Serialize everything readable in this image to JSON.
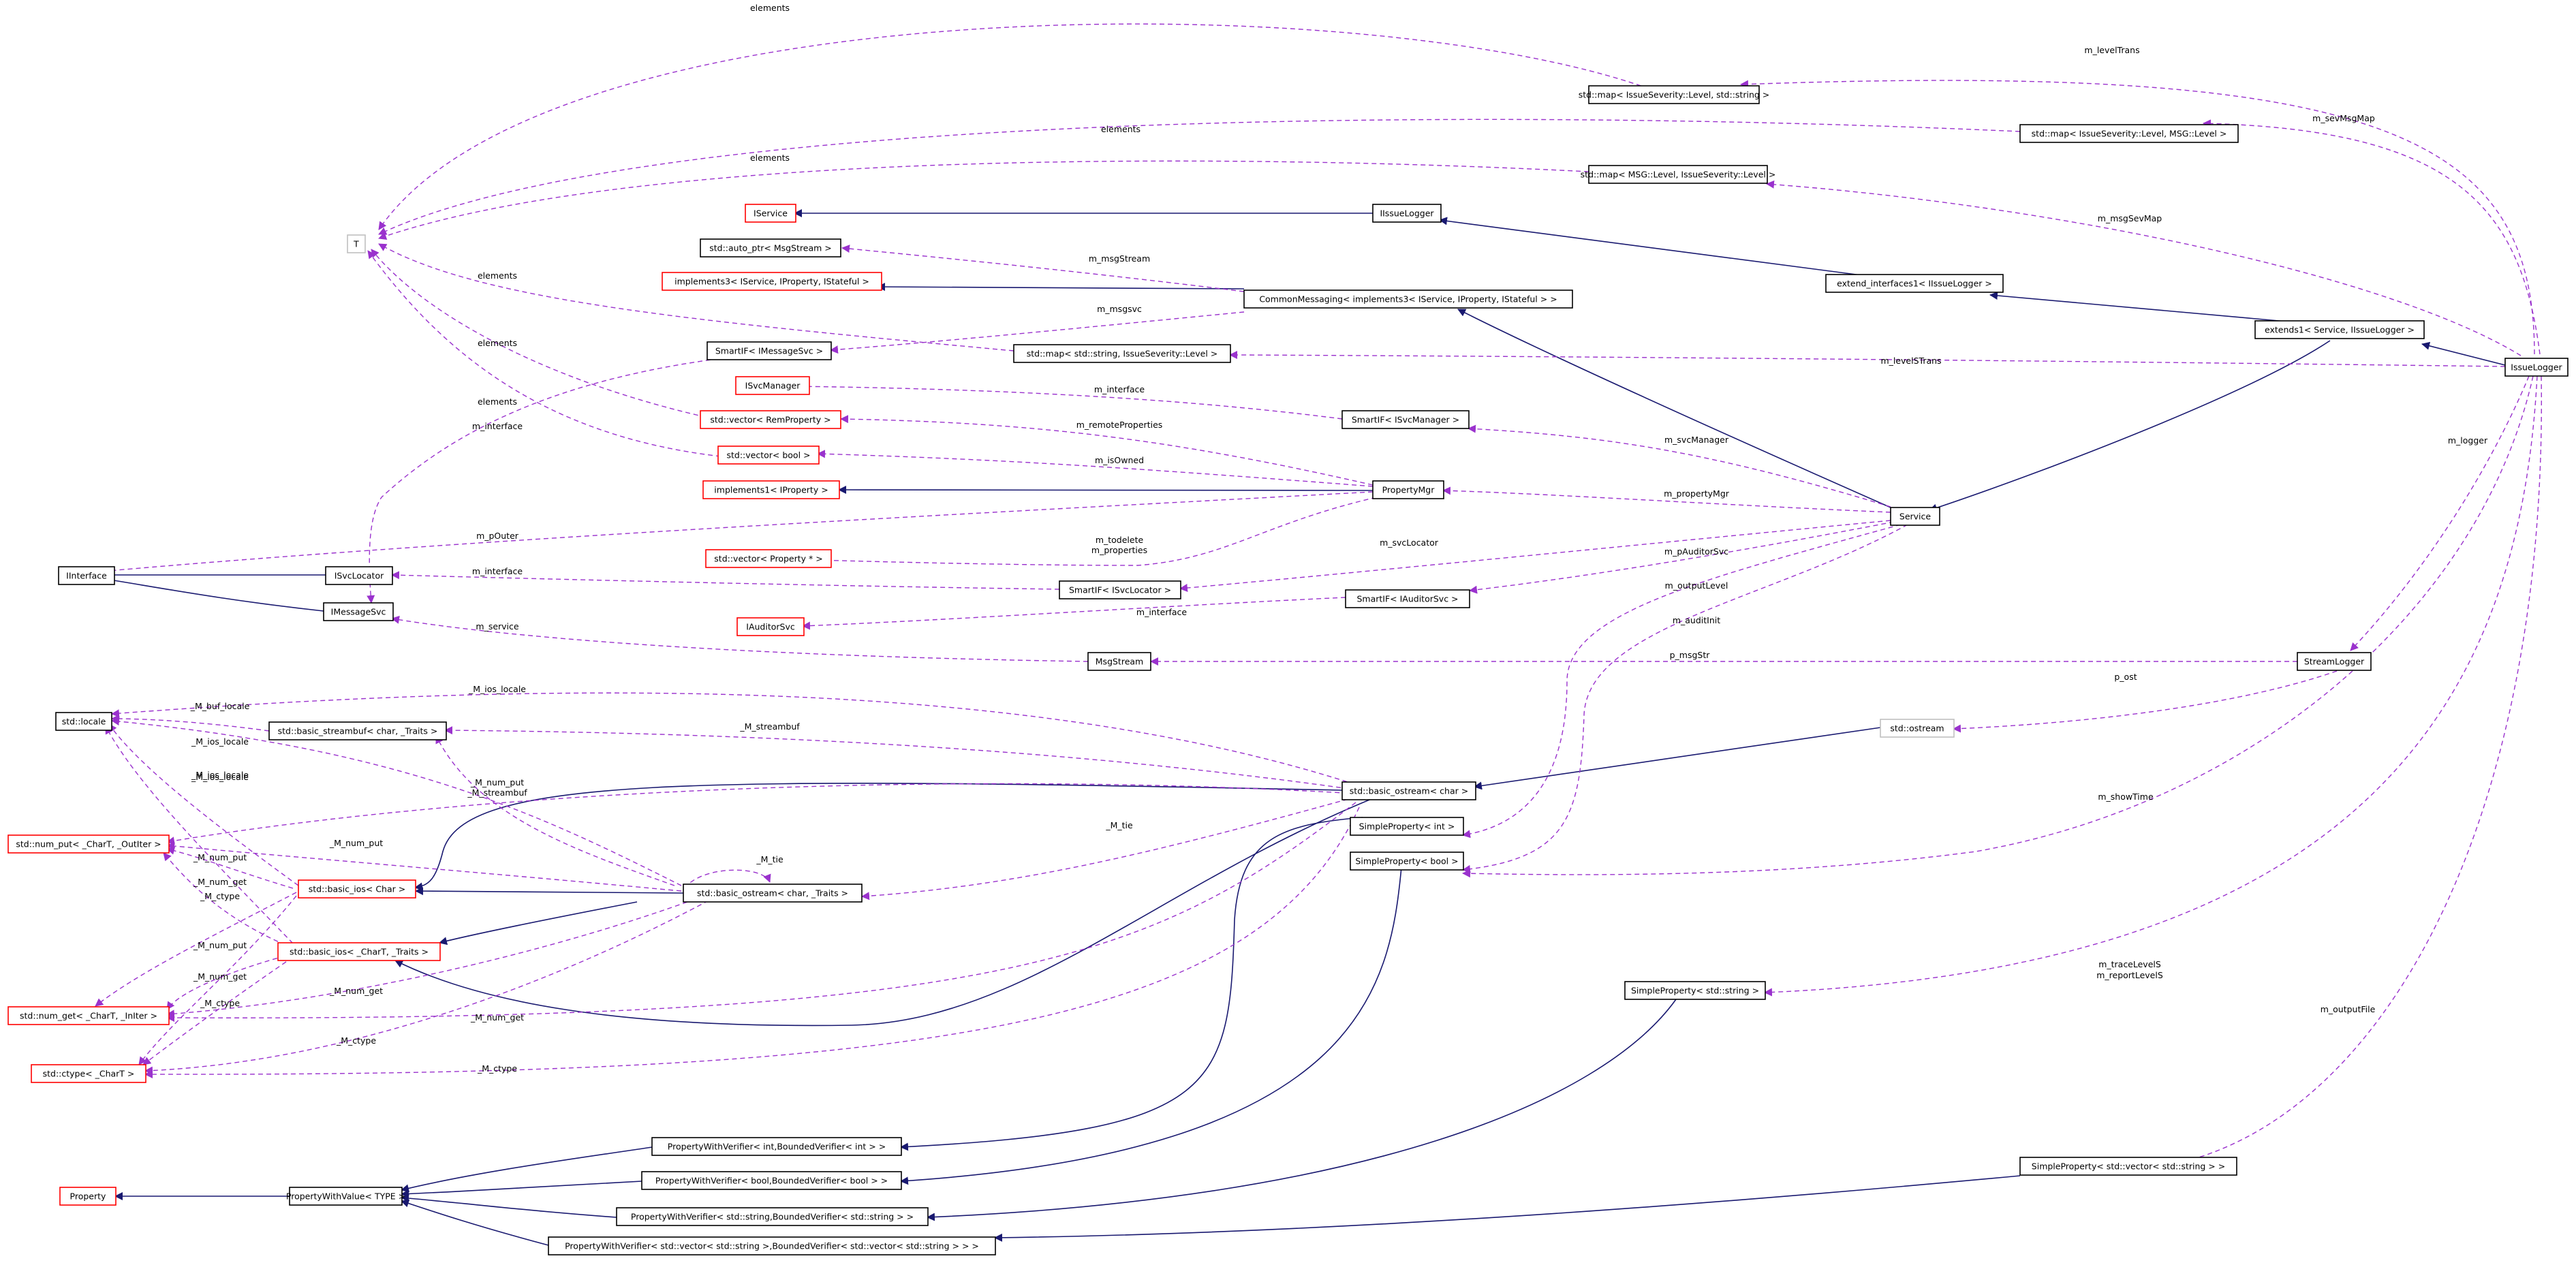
{
  "diagram": {
    "colors": {
      "inherit_edge": "#191970",
      "usage_edge": "#9a32cd",
      "documented_border": "#000000",
      "undocumented_border": "#ff0000",
      "external_border": "#bfbfbf",
      "focus_fill": "#bfbfbf"
    },
    "nodes": {
      "IssueLogger": "IssueLogger",
      "extends1": "extends1< Service, IIssueLogger >",
      "extend_interfaces1": "extend_interfaces1< IIssueLogger >",
      "IIssueLogger": "IIssueLogger",
      "IService": "IService",
      "T": "T",
      "map_lvl_string": "std::map< IssueSeverity::Level, std::string >",
      "map_lvl_msg": "std::map< IssueSeverity::Level, MSG::Level >",
      "map_msg_lvl": "std::map< MSG::Level, IssueSeverity::Level >",
      "auto_ptr": "std::auto_ptr< MsgStream >",
      "implements3": "implements3< IService, IProperty, IStateful >",
      "CommonMessaging": "CommonMessaging< implements3< IService, IProperty, IStateful > >",
      "SmartIF_IMessageSvc": "SmartIF< IMessageSvc >",
      "map_string_lvl": "std::map< std::string, IssueSeverity::Level >",
      "ISvcManager": "ISvcManager",
      "SmartIF_ISvcManager": "SmartIF< ISvcManager >",
      "vector_RemProperty": "std::vector< RemProperty >",
      "vector_bool": "std::vector< bool >",
      "implements1": "implements1< IProperty >",
      "PropertyMgr": "PropertyMgr",
      "Service": "Service",
      "IInterface": "IInterface",
      "ISvcLocator": "ISvcLocator",
      "IMessageSvc": "IMessageSvc",
      "vector_Property": "std::vector< Property * >",
      "SmartIF_ISvcLocator": "SmartIF< ISvcLocator >",
      "SmartIF_IAuditorSvc": "SmartIF< IAuditorSvc >",
      "IAuditorSvc": "IAuditorSvc",
      "MsgStream": "MsgStream",
      "StreamLogger": "StreamLogger",
      "std_ostream": "std::ostream",
      "std_locale": "std::locale",
      "basic_streambuf": "std::basic_streambuf< char, _Traits >",
      "basic_ostream_char": "std::basic_ostream< char >",
      "num_put": "std::num_put< _CharT, _OutIter >",
      "SimpleProperty_int": "SimpleProperty< int >",
      "SimpleProperty_bool": "SimpleProperty< bool >",
      "basic_ios_Char": "std::basic_ios< Char >",
      "basic_ostream_traits": "std::basic_ostream< char, _Traits >",
      "basic_ios_CharT": "std::basic_ios< _CharT, _Traits >",
      "SimpleProperty_string": "SimpleProperty< std::string >",
      "num_get": "std::num_get< _CharT, _InIter >",
      "ctype": "std::ctype< _CharT >",
      "PWV_int": "PropertyWithVerifier< int,BoundedVerifier< int > >",
      "PWV_bool": "PropertyWithVerifier< bool,BoundedVerifier< bool > >",
      "Property": "Property",
      "PropertyWithValue": "PropertyWithValue< TYPE >",
      "PWV_string": "PropertyWithVerifier< std::string,BoundedVerifier< std::string > >",
      "SimpleProperty_vector": "SimpleProperty< std::vector< std::string > >",
      "PWV_vector": "PropertyWithVerifier< std::vector< std::string >,BoundedVerifier< std::vector< std::string > > >"
    },
    "edge_labels": {
      "elements_top": "elements",
      "m_levelTrans": "m_levelTrans",
      "elements_2": "elements",
      "m_sevMsgMap": "m_sevMsgMap",
      "elements_3": "elements",
      "m_msgSevMap": "m_msgSevMap",
      "m_msgStream": "m_msgStream",
      "elements_4": "elements",
      "m_msgsvc": "m_msgsvc",
      "elements_5": "elements",
      "m_levelSTrans": "m_levelSTrans",
      "elements_6": "elements",
      "m_interface_1": "m_interface",
      "m_logger": "m_logger",
      "m_svcManager": "m_svcManager",
      "m_remoteProperties": "m_remoteProperties",
      "m_interface_2": "m_interface",
      "m_isOwned": "m_isOwned",
      "m_pOuter": "m_pOuter",
      "m_propertyMgr": "m_propertyMgr",
      "m_todelete": "m_todelete",
      "m_properties": "m_properties",
      "m_svcLocator": "m_svcLocator",
      "m_pAuditorSvc": "m_pAuditorSvc",
      "m_interface_3": "m_interface",
      "m_interface_4": "m_interface",
      "m_outputLevel": "m_outputLevel",
      "m_auditInit": "m_auditInit",
      "m_service": "m_service",
      "p_msgStr": "p_msgStr",
      "p_ost": "p_ost",
      "M_ios_locale_1": "_M_ios_locale",
      "M_buf_locale": "_M_buf_locale",
      "M_streambuf_1": "_M_streambuf",
      "M_ios_locale_2": "_M_ios_locale",
      "M_ios_locale_3": "_M_ios_locale",
      "M_num_put_1": "_M_num_put",
      "M_streambuf_2": "_M_streambuf",
      "M_ios_locale_4": "_M_ios_locale",
      "m_showTime": "m_showTime",
      "M_tie_1": "_M_tie",
      "M_num_put_2": "_M_num_put",
      "M_tie_2": "_M_tie",
      "M_num_put_3": "_M_num_put",
      "M_num_get_1": "_M_num_get",
      "M_ctype_1": "_M_ctype",
      "M_num_put_4": "_M_num_put",
      "M_num_get_2": "_M_num_get",
      "M_ctype_2": "_M_ctype",
      "M_num_get_3": "_M_num_get",
      "M_num_get_4": "_M_num_get",
      "M_ctype_3": "_M_ctype",
      "M_ctype_4": "_M_ctype",
      "m_traceLevelS": "m_traceLevelS",
      "m_reportLevelS": "m_reportLevelS",
      "m_outputFile": "m_outputFile"
    }
  }
}
